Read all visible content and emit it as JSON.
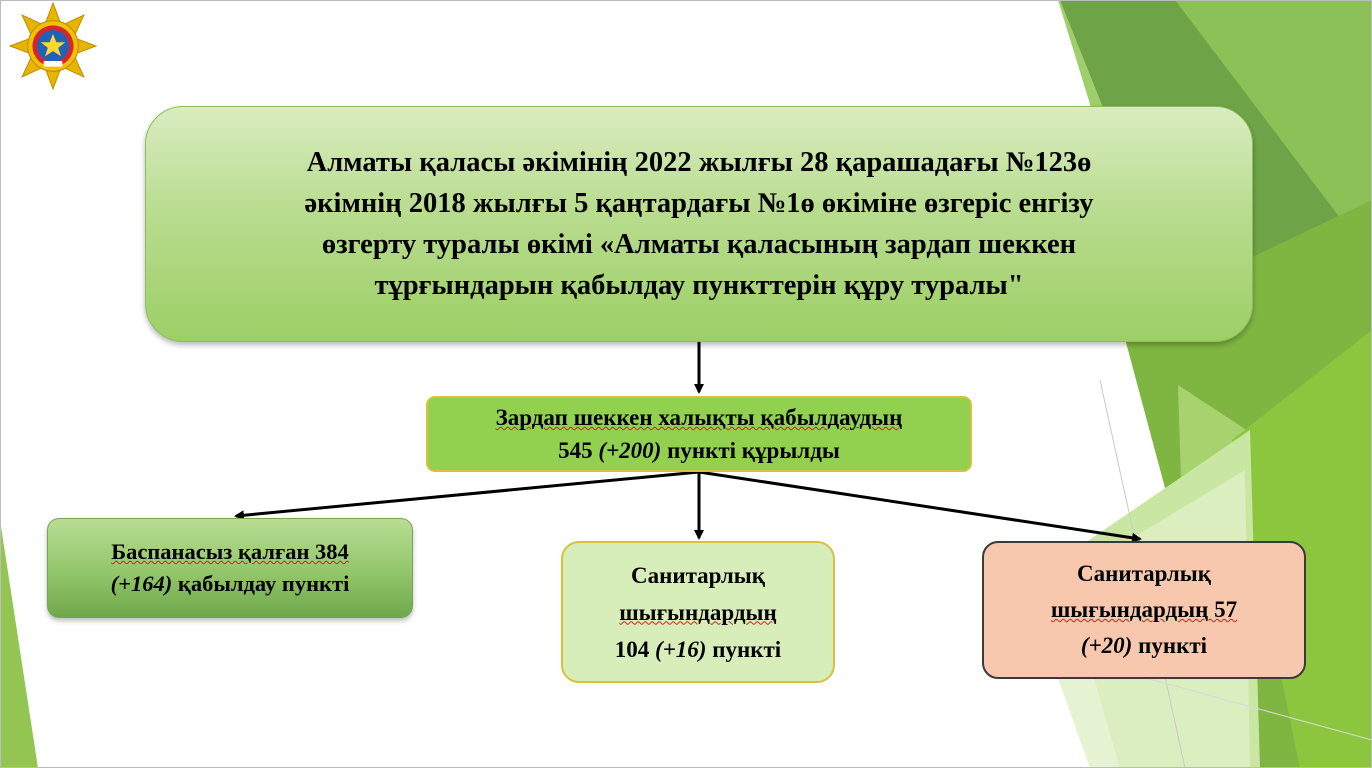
{
  "colors": {
    "top_box": "#b9dc8f",
    "mid_box": "#92d050",
    "left_box": "#92c66a",
    "center_box": "#d7eebb",
    "right_box": "#f8c8ae",
    "arrow": "#000000"
  },
  "logo_icon": "emblem-icon",
  "top_box": {
    "lines": [
      "Алматы қаласы әкімінің 2022 жылғы 28 қарашадағы №123ө",
      "әкімнің 2018 жылғы 5 қаңтардағы №1ө өкіміне өзгеріс енгізу",
      "өзгерту туралы өкімі «Алматы қаласының зардап шеккен",
      "тұрғындарын қабылдау пункттерін құру туралы\""
    ]
  },
  "mid_box": {
    "line1": "Зардап шеккен халықты қабылдаудың",
    "line2_number": "545",
    "line2_delta": "(+200)",
    "line2_rest": "пункті құрылды"
  },
  "left_box": {
    "line1": "Баспанасыз қалған 384",
    "line2_delta": "(+164)",
    "line2_rest": "қабылдау пункті"
  },
  "center_box": {
    "line1": "Санитарлық",
    "line2": "шығындардың",
    "line3_number": "104",
    "line3_delta": "(+16)",
    "line3_rest": "пункті"
  },
  "right_box": {
    "line1": "Санитарлық",
    "line2": "шығындардың 57",
    "line3_delta": "(+20)",
    "line3_rest": "пункті"
  }
}
